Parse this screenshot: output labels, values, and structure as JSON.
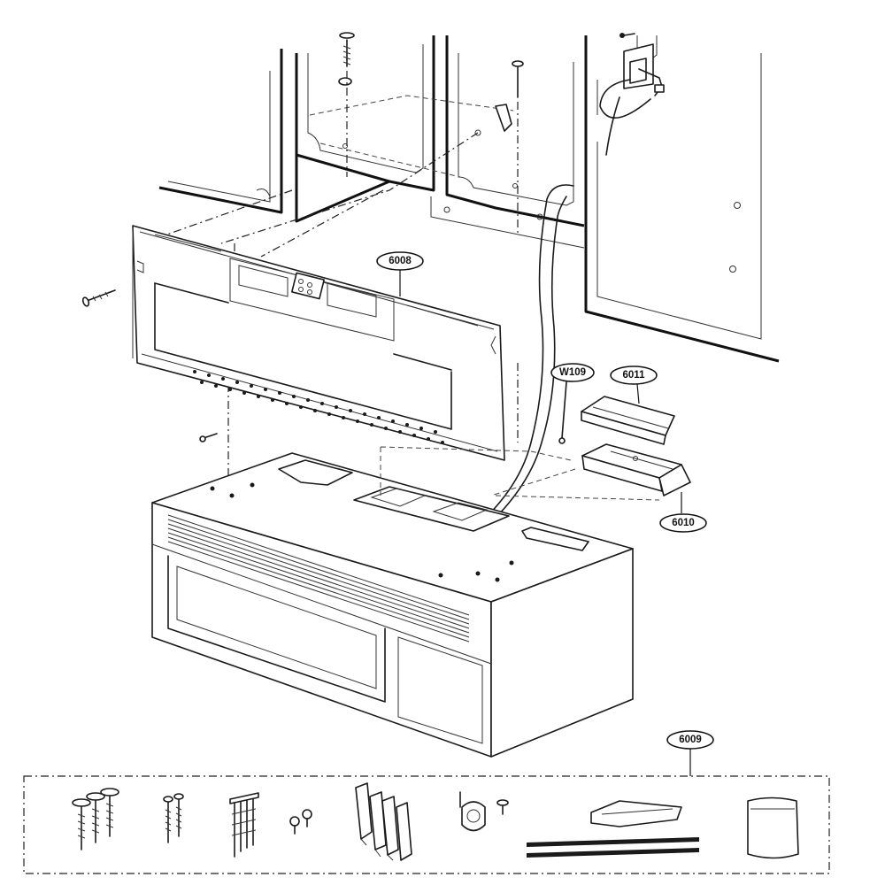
{
  "diagram": {
    "callouts": {
      "mounting_plate": "6008",
      "hardware_kit": "6009",
      "exhaust_damper": "6010",
      "damper_cover": "6011",
      "power_wire": "W109"
    }
  }
}
